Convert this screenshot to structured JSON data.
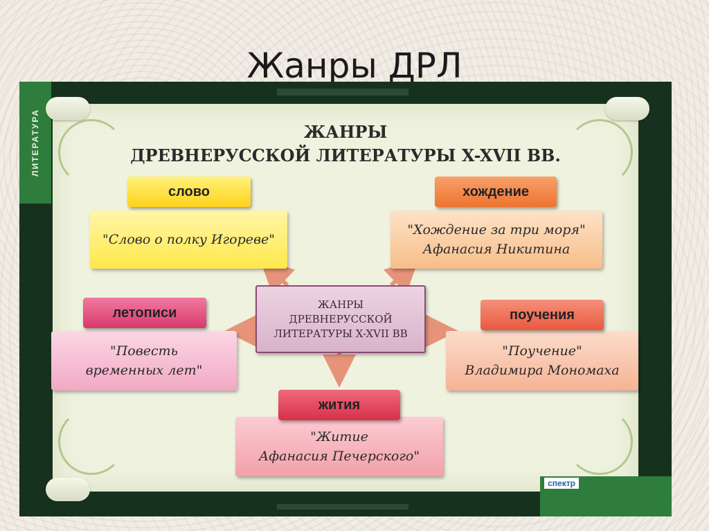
{
  "slide_title": "Жанры ДРЛ",
  "poster": {
    "side_label": "ЛИТЕРАТУРА",
    "logo_text": "спектр",
    "title_line1": "ЖАНРЫ",
    "title_line2": "ДРЕВНЕРУССКОЙ ЛИТЕРАТУРЫ X-XVII ВВ.",
    "center": "ЖАНРЫ\nДРЕВНЕРУССКОЙ\nЛИТЕРАТУРЫ X-XVII ВВ",
    "genres": {
      "slovo": {
        "label": "слово",
        "example": "\"Слово о полку Игореве\""
      },
      "khozhdenie": {
        "label": "хождение",
        "example": "\"Хождение за три моря\"\nАфанасия Никитина"
      },
      "letopisi": {
        "label": "летописи",
        "example": "\"Повесть\nвременных лет\""
      },
      "poucheniya": {
        "label": "поучения",
        "example": "\"Поучение\"\nВладимира Мономаха"
      },
      "zhitiya": {
        "label": "жития",
        "example": "\"Житие\nАфанасия Печерского\""
      }
    }
  },
  "colors": {
    "slovo_label": "#ffe033",
    "slovo_box": "#fff070",
    "khozhdenie_label": "#f2833f",
    "khozhdenie_box": "#fbd0a6",
    "letopisi_label": "#e04a7a",
    "letopisi_box": "#f6c2d6",
    "poucheniya_label": "#ef6f55",
    "poucheniya_box": "#f9c9b2",
    "zhitiya_label": "#e43f55",
    "zhitiya_box": "#f7b6be",
    "arrow": "#e6937a"
  }
}
